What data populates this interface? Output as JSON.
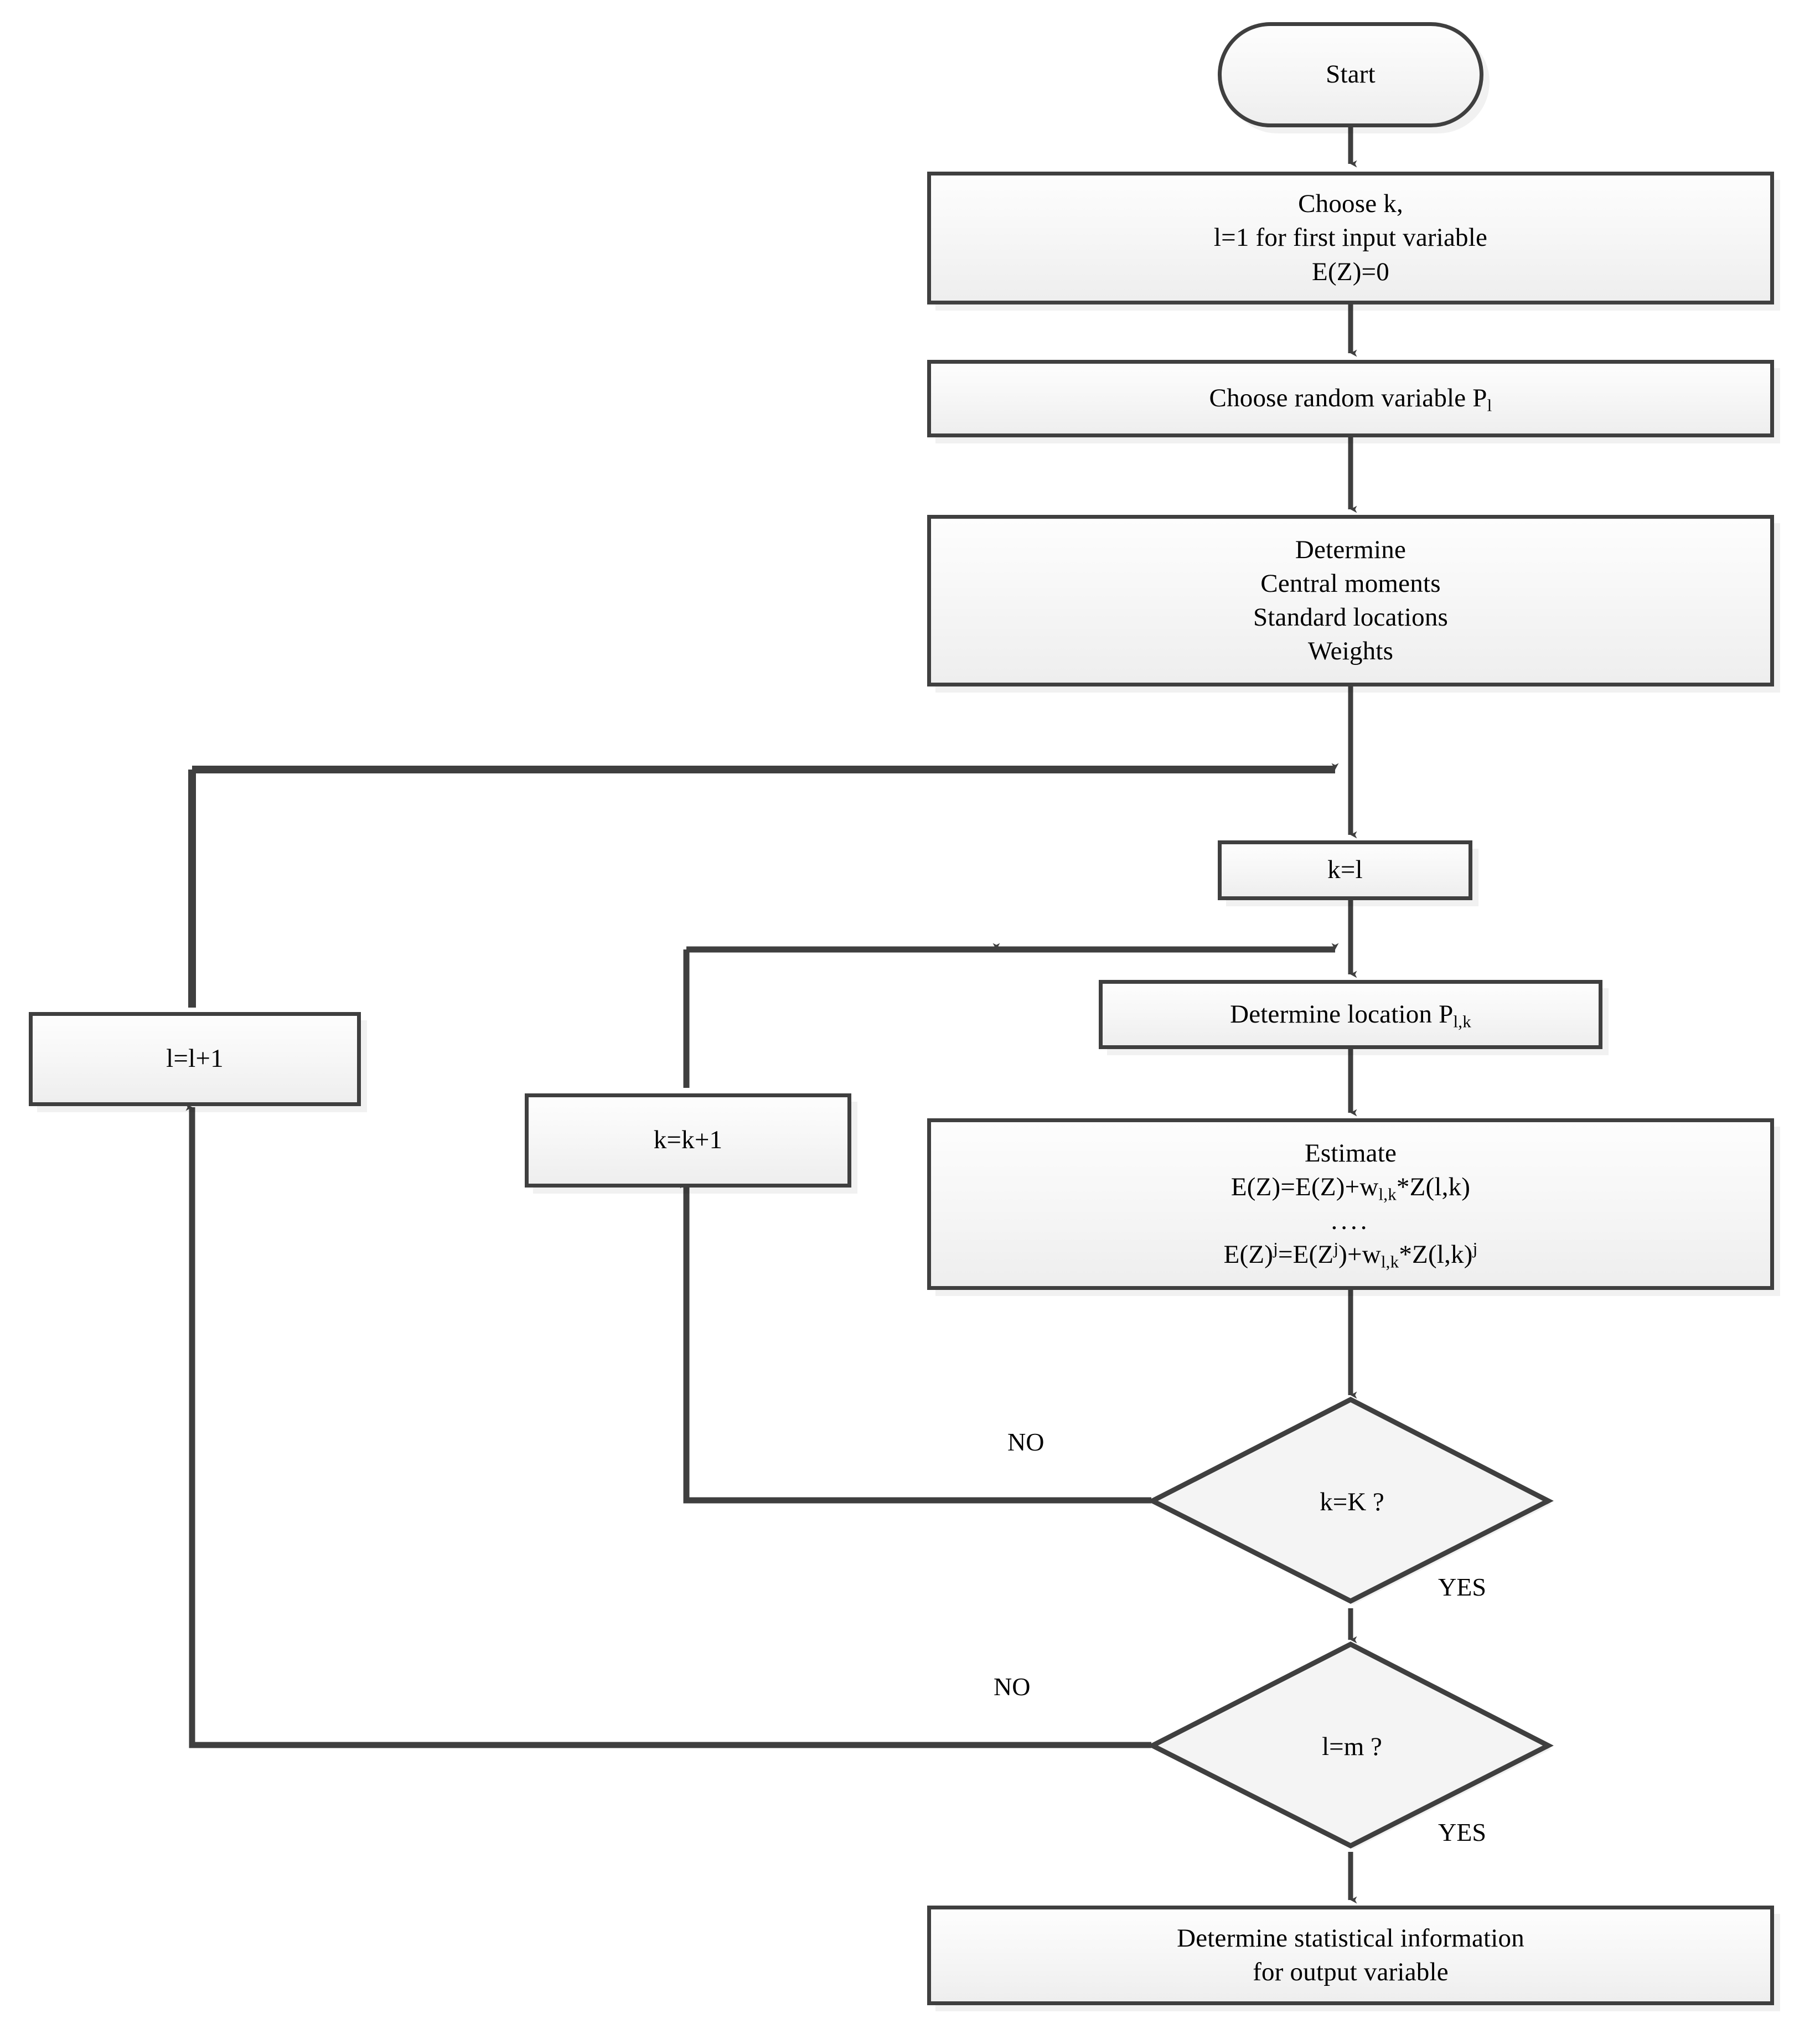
{
  "diagram": {
    "title": "Point Estimate Method flowchart",
    "type": "flowchart",
    "stroke_color": "#3f3f3f",
    "fill_color": "#f5f5f5",
    "text_color": "#000000"
  },
  "nodes": {
    "start": {
      "label": "Start",
      "shape": "terminator"
    },
    "choose_k": {
      "shape": "process",
      "line1": "Choose k,",
      "line2": "l=1 for first input variable",
      "line3": "E(Z)=0"
    },
    "choose_random": {
      "shape": "process",
      "text_prefix": "Choose random variable P",
      "text_sub": "l"
    },
    "determine_moments": {
      "shape": "process",
      "line1": "Determine",
      "line2": "Central moments",
      "line3": "Standard locations",
      "line4": "Weights"
    },
    "k_equals_l": {
      "shape": "process",
      "label": "k=l"
    },
    "determine_location": {
      "shape": "process",
      "text_prefix": "Determine location P",
      "text_sub": "l,k"
    },
    "estimate": {
      "shape": "process",
      "line1": "Estimate",
      "formula1_a": "E(Z)=E(Z)+w",
      "formula1_sub": "l,k",
      "formula1_b": "*Z(l,k)",
      "ellipsis": "....",
      "formula2_a": "E(Z)",
      "formula2_sup1": "j",
      "formula2_b": "=E(Z",
      "formula2_sup2": "j",
      "formula2_c": ")+w",
      "formula2_sub": "l,k",
      "formula2_d": "*Z(l,k)",
      "formula2_sup3": "j"
    },
    "k_incr": {
      "shape": "process",
      "label": "k=k+1"
    },
    "l_incr": {
      "shape": "process",
      "label": "l=l+1"
    },
    "decision_k": {
      "shape": "decision",
      "label": "k=K ?"
    },
    "decision_l": {
      "shape": "decision",
      "label": "l=m ?"
    },
    "final": {
      "shape": "process",
      "line1": "Determine statistical information",
      "line2": "for output variable"
    }
  },
  "edge_labels": {
    "k_no": "NO",
    "k_yes": "YES",
    "l_no": "NO",
    "l_yes": "YES"
  }
}
